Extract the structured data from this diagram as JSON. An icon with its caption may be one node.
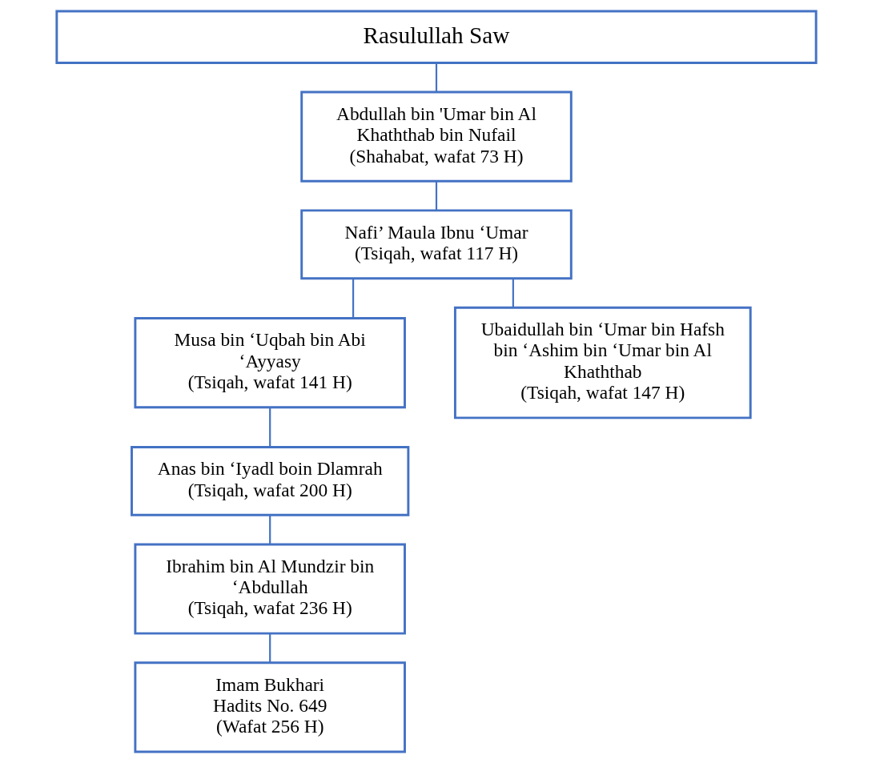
{
  "diagram": {
    "nodes": [
      {
        "text": [
          "Rasulullah Saw"
        ]
      },
      {
        "text": [
          "Abdullah bin 'Umar bin Al Khaththab bin Nufail",
          "(Shahabat, wafat 73 H)"
        ]
      },
      {
        "text": [
          "Nafi’ Maula Ibnu ‘Umar",
          "(Tsiqah, wafat 117 H)"
        ]
      },
      {
        "text": [
          "Musa bin ‘Uqbah bin Abi ‘Ayyasy",
          "(Tsiqah, wafat 141 H)"
        ]
      },
      {
        "text": [
          "Ubaidullah bin ‘Umar bin Hafsh bin ‘Ashim bin ‘Umar bin Al Khaththab",
          "(Tsiqah, wafat 147 H)"
        ]
      },
      {
        "text": [
          "Anas bin ‘Iyadl boin Dlamrah",
          "(Tsiqah, wafat 200 H)"
        ]
      },
      {
        "text": [
          "Ibrahim bin Al Mundzir bin ‘Abdullah",
          "(Tsiqah, wafat 236 H)"
        ]
      },
      {
        "text": [
          "Imam Bukhari",
          "Hadits No. 649",
          "(Wafat 256 H)"
        ]
      }
    ],
    "edges": [
      {
        "from": 0,
        "to": 1,
        "arrow": "none"
      },
      {
        "from": 1,
        "to": 2,
        "arrow": "none"
      },
      {
        "from": 2,
        "to": 3,
        "arrow": "none"
      },
      {
        "from": 2,
        "to": 4,
        "arrow": "none"
      },
      {
        "from": 3,
        "to": 5,
        "arrow": "none"
      },
      {
        "from": 5,
        "to": 6,
        "arrow": "none"
      },
      {
        "from": 6,
        "to": 7,
        "arrow": "none"
      }
    ]
  }
}
